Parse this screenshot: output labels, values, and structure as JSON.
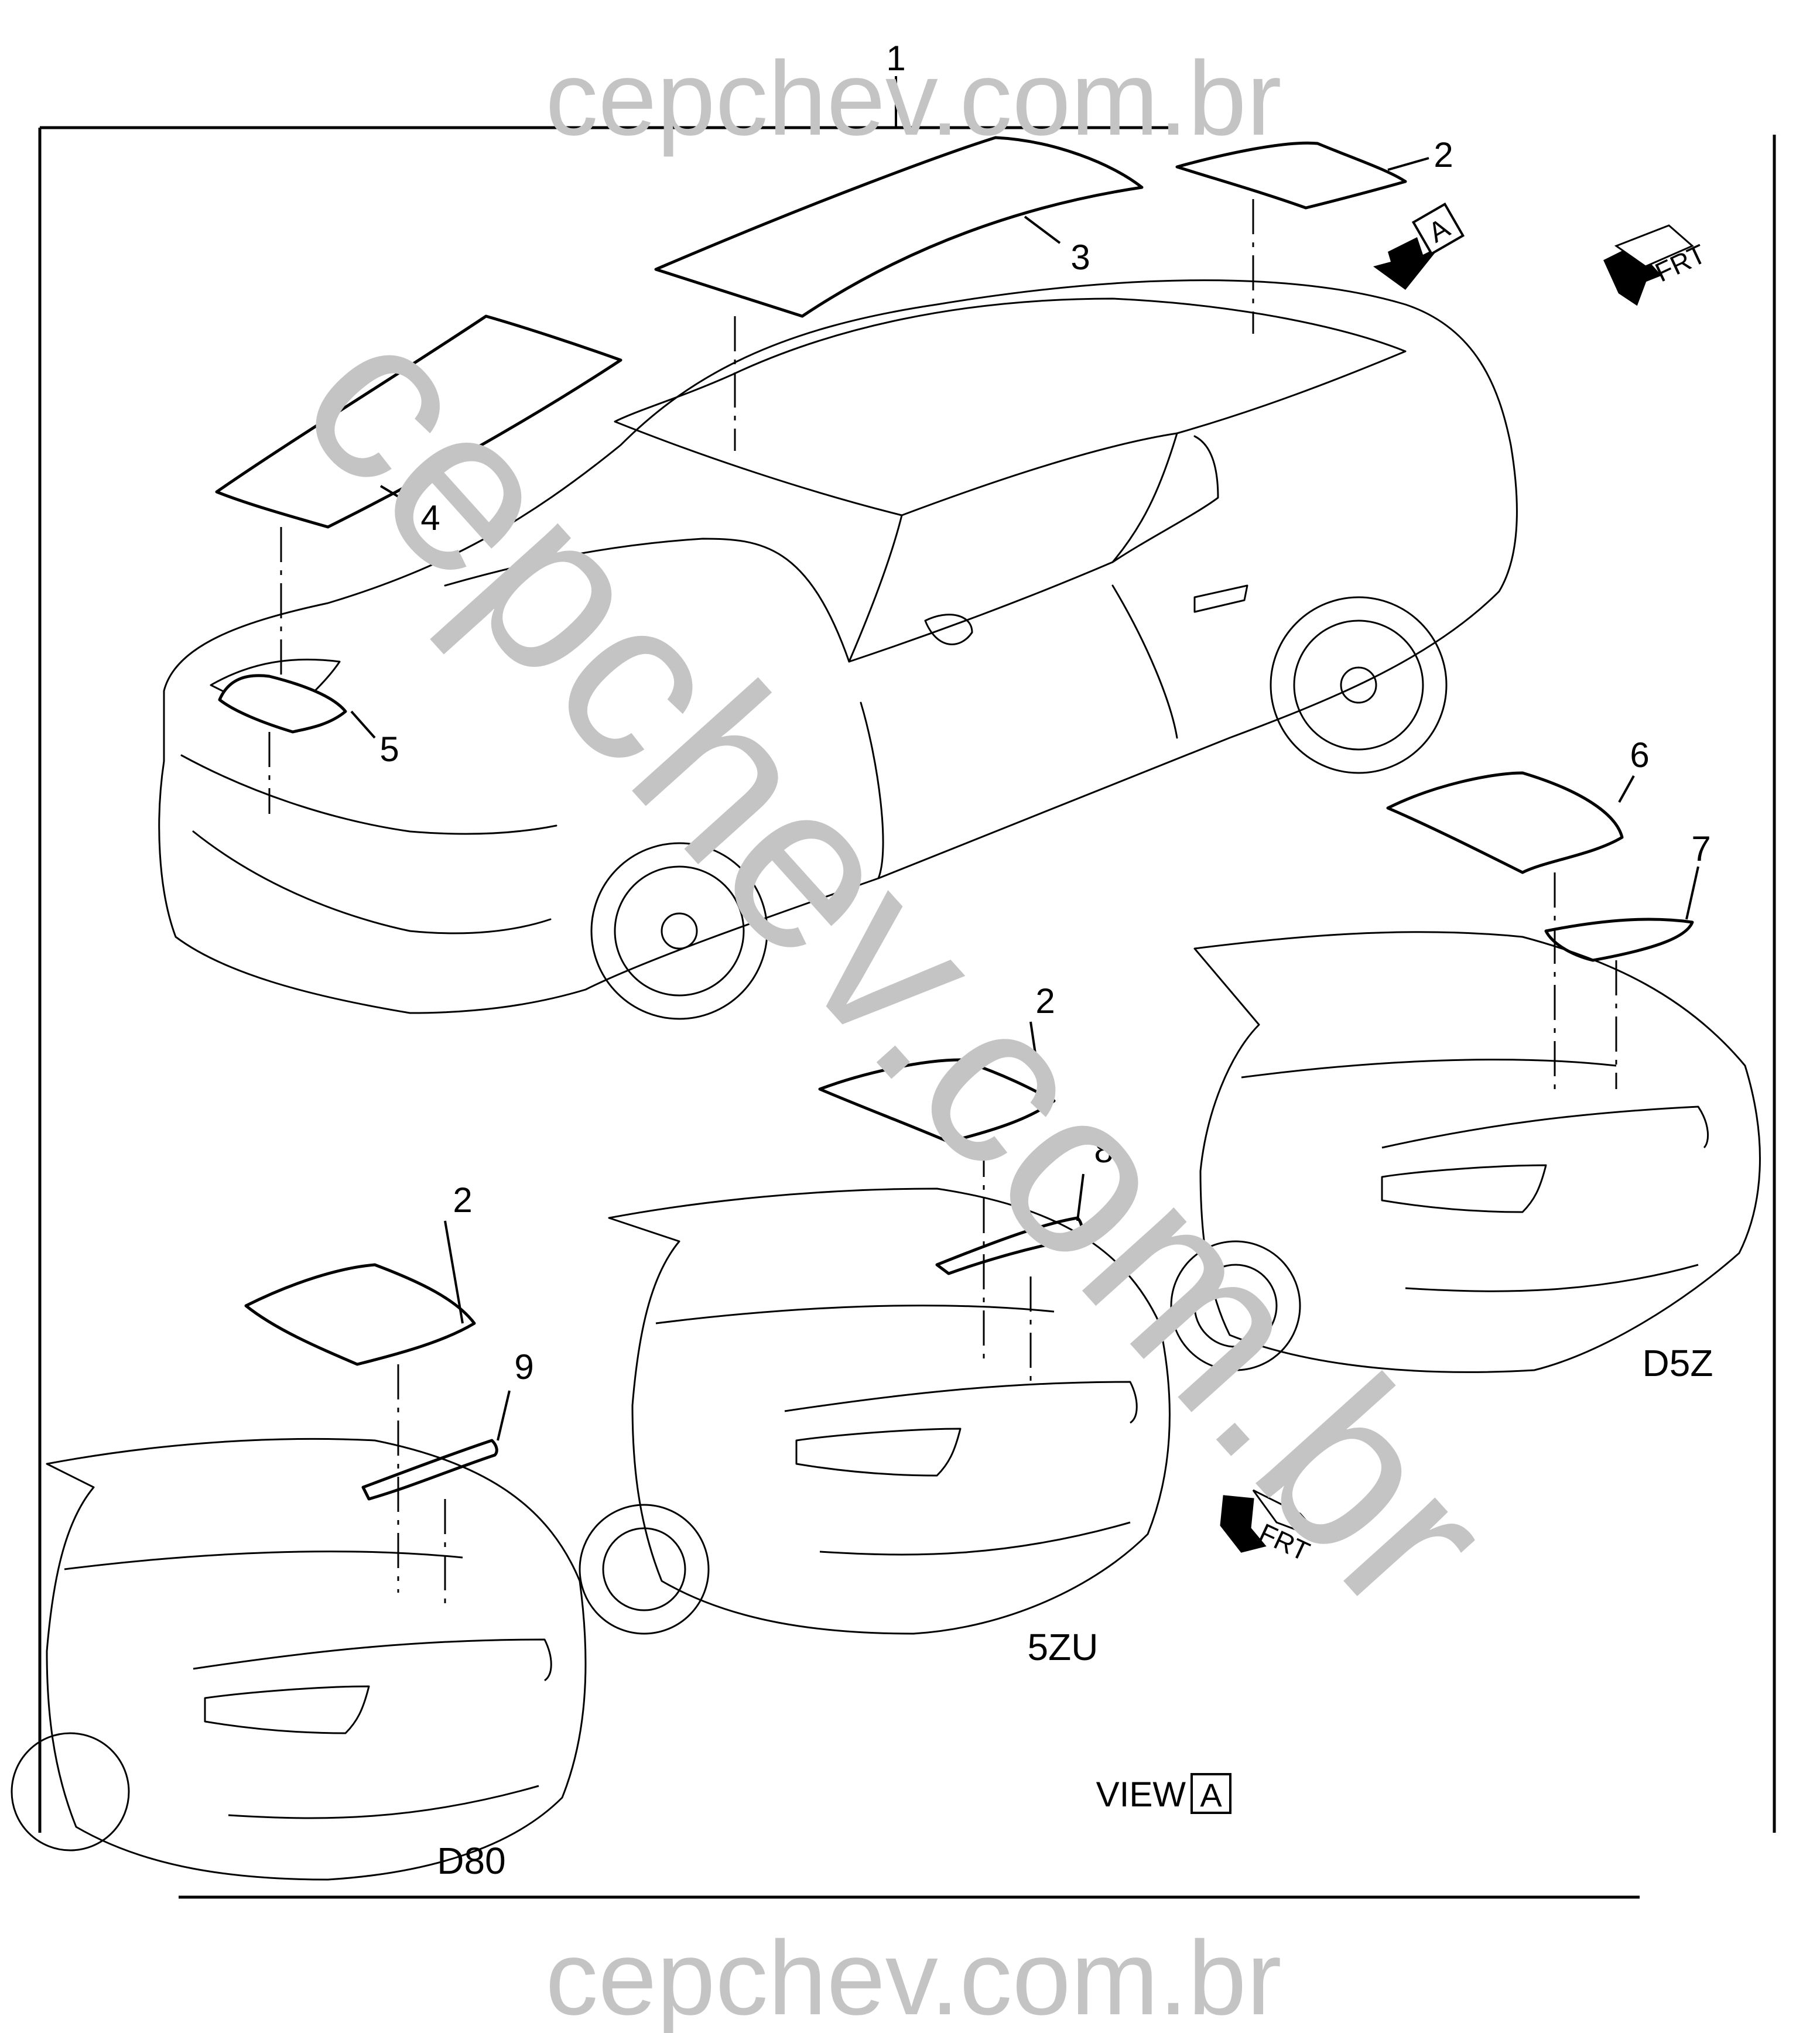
{
  "watermark": {
    "top": "cepchev.com.br",
    "diagonal": "cepchev.com.br",
    "bottom": "cepchev.com.br"
  },
  "callouts": [
    "1",
    "2",
    "3",
    "4",
    "5",
    "6",
    "7",
    "2",
    "8",
    "2",
    "9"
  ],
  "view_labels": {
    "d5z": "D5Z",
    "zu5": "5ZU",
    "d80": "D80",
    "view_word": "VIEW",
    "view_letter": "A",
    "arrow_letter": "A"
  },
  "front_indicator": {
    "top_right": "FRT",
    "middle": "FRT"
  },
  "colors": {
    "line": "#000000",
    "watermark": "#c4c4c4"
  }
}
